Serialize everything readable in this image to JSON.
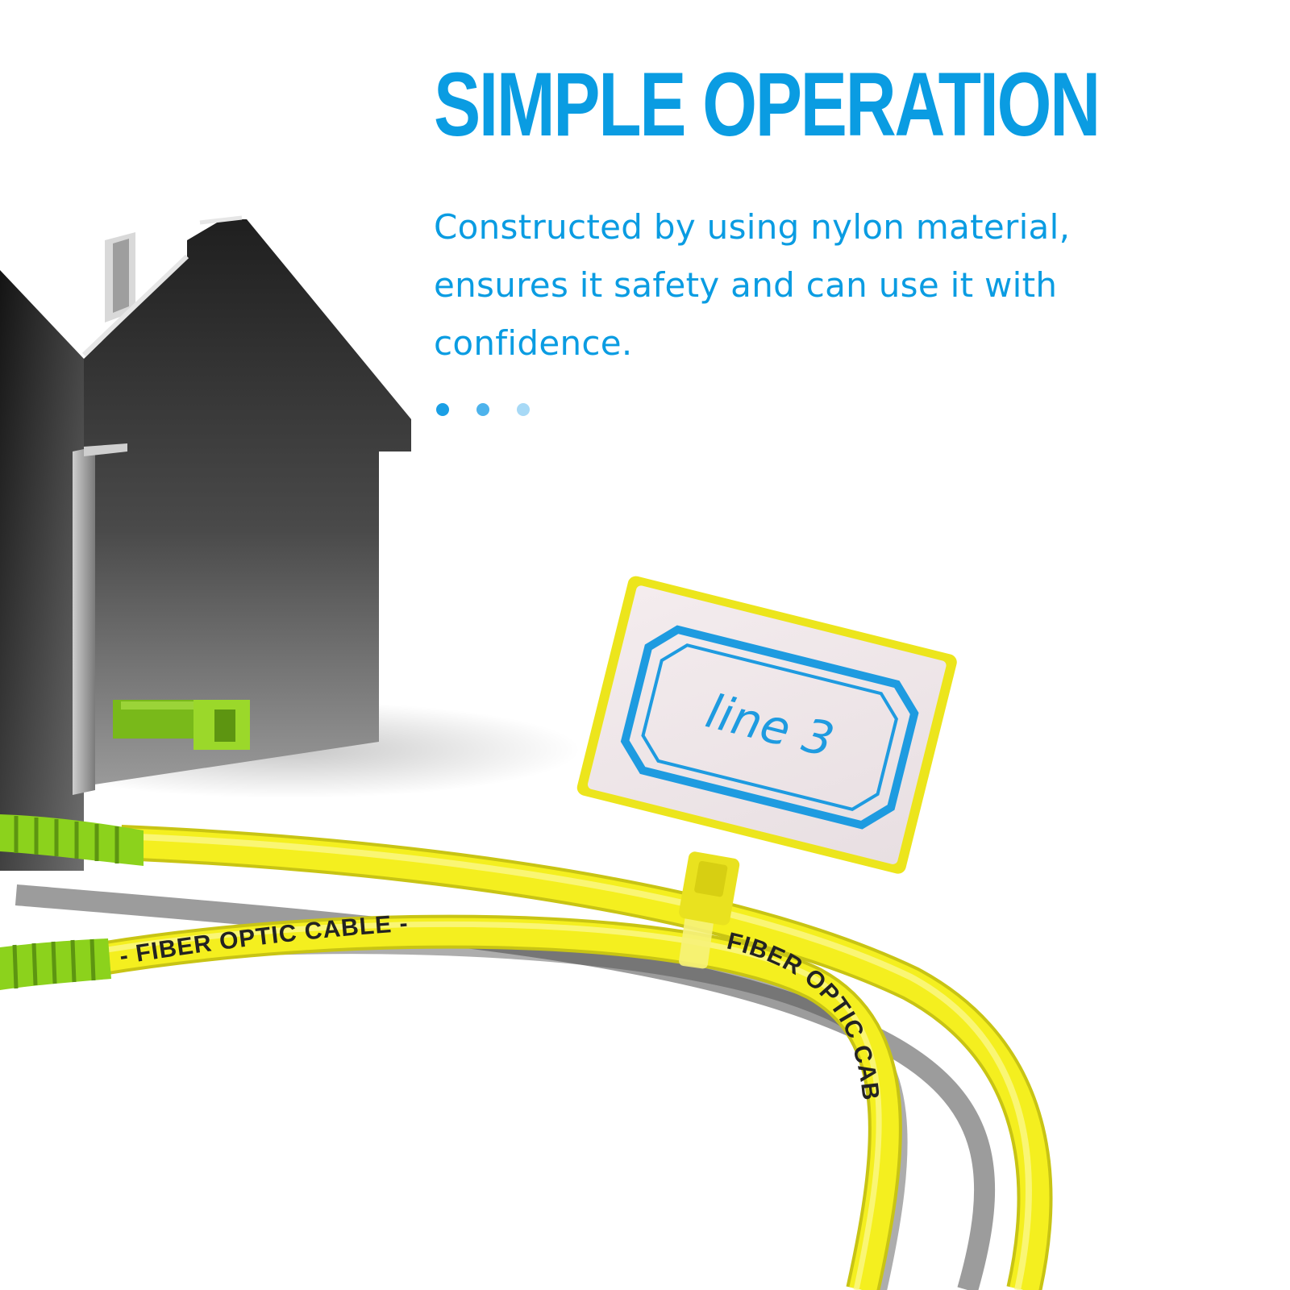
{
  "headline": "SIMPLE OPERATION",
  "description": "Constructed by using nylon material, ensures it safety and can use it with confidence.",
  "indicator_dots": 3,
  "cable_print_1": "- FIBER OPTIC CABLE -",
  "cable_print_2": "FIBER OPTIC CABLE.",
  "tag_label": "line 3",
  "colors": {
    "accent_blue": "#0a9ce2",
    "dot_1": "#1a9fe5",
    "dot_2": "#4db3ec",
    "dot_3": "#a7d9f6",
    "cable_yellow": "#f4ef1f",
    "connector_green": "#8cd21c",
    "house_dark": "#2b2b2b"
  }
}
